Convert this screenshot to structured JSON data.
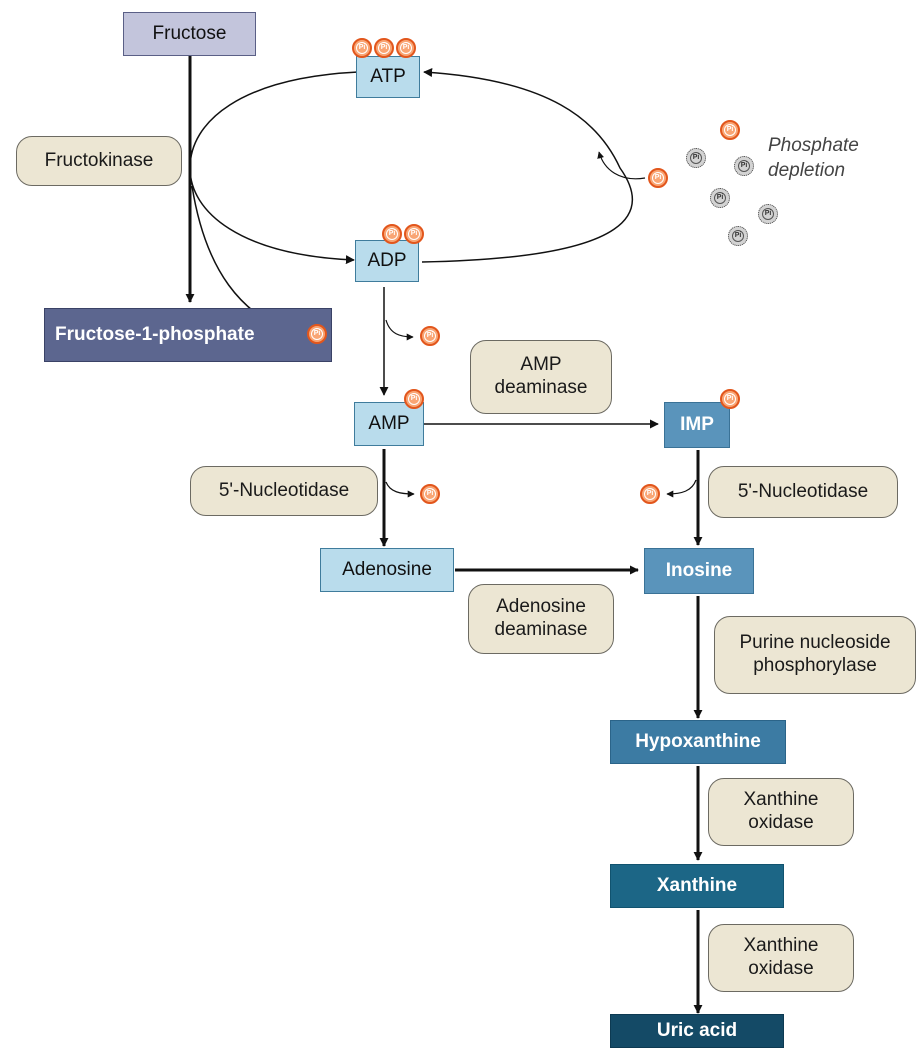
{
  "nodes": {
    "fructose": "Fructose",
    "atp": "ATP",
    "adp": "ADP",
    "fructose_1_phosphate": "Fructose-1-phosphate",
    "amp": "AMP",
    "imp": "IMP",
    "adenosine": "Adenosine",
    "inosine": "Inosine",
    "hypoxanthine": "Hypoxanthine",
    "xanthine": "Xanthine",
    "uric_acid": "Uric acid"
  },
  "enzymes": {
    "fructokinase": "Fructokinase",
    "amp_deaminase_line1": "AMP",
    "amp_deaminase_line2": "deaminase",
    "nucleotidase_left": "5'-Nucleotidase",
    "nucleotidase_right": "5'-Nucleotidase",
    "adenosine_deaminase_line1": "Adenosine",
    "adenosine_deaminase_line2": "deaminase",
    "pnp_line1": "Purine nucleoside",
    "pnp_line2": "phosphorylase",
    "xanthine_oxidase_1_line1": "Xanthine",
    "xanthine_oxidase_1_line2": "oxidase",
    "xanthine_oxidase_2_line1": "Xanthine",
    "xanthine_oxidase_2_line2": "oxidase"
  },
  "annotations": {
    "phosphate_depletion_line1": "Phosphate",
    "phosphate_depletion_line2": "depletion"
  },
  "phosphate_symbol": "Pi",
  "colors": {
    "phosphate_orange": "#e2561c",
    "phosphate_fill": "#f9a574",
    "enzyme_fill": "#ece6d3",
    "uric_acid_fill": "#144a66"
  }
}
